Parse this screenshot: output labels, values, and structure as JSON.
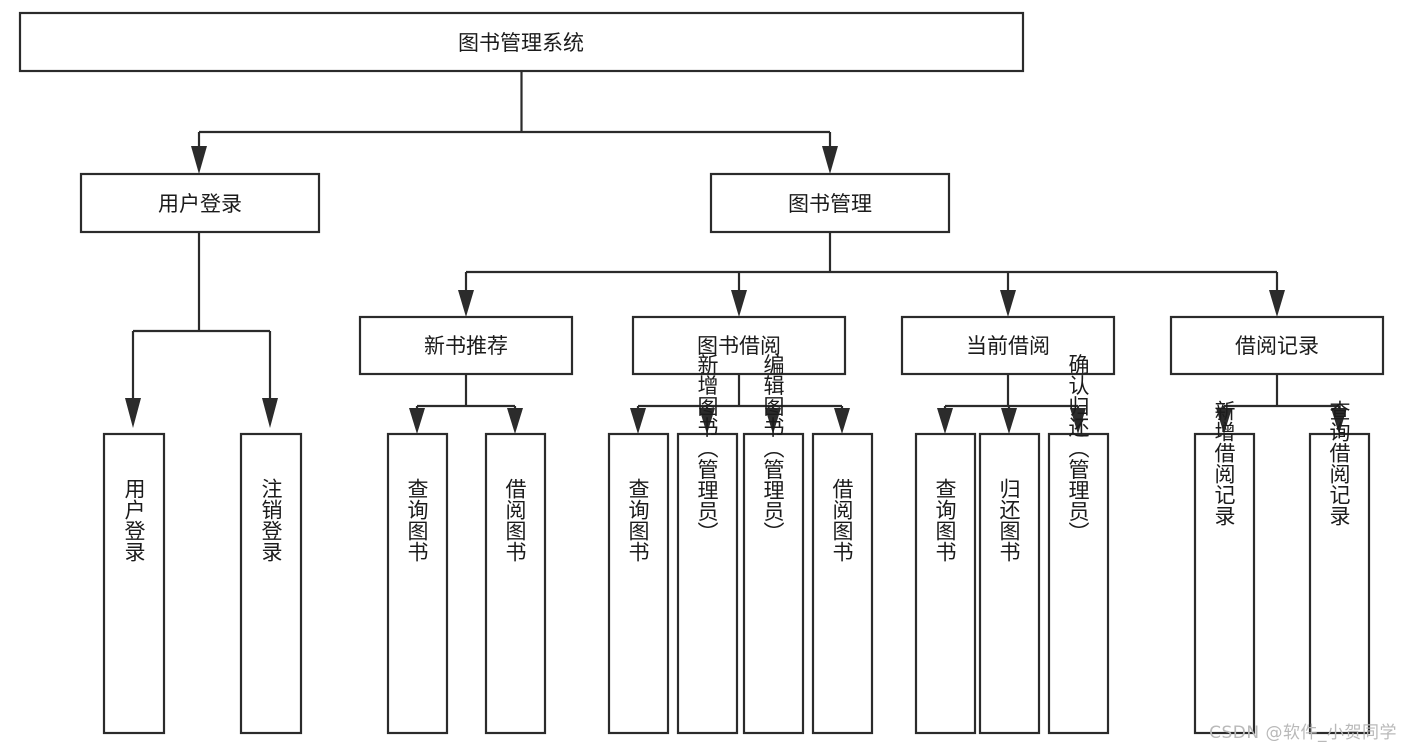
{
  "diagram": {
    "kind": "tree-hierarchy-chart",
    "root": {
      "id": "root",
      "label": "图书管理系统"
    },
    "level1": [
      {
        "id": "user-login",
        "label": "用户登录"
      },
      {
        "id": "book-management",
        "label": "图书管理"
      }
    ],
    "level2": [
      {
        "id": "new-book-recommend",
        "label": "新书推荐",
        "parent": "book-management"
      },
      {
        "id": "book-borrow",
        "label": "图书借阅",
        "parent": "book-management"
      },
      {
        "id": "current-borrow",
        "label": "当前借阅",
        "parent": "book-management"
      },
      {
        "id": "borrow-record",
        "label": "借阅记录",
        "parent": "book-management"
      }
    ],
    "leaves": {
      "user_login": [
        {
          "id": "leaf-user-login",
          "label": "用户登录"
        },
        {
          "id": "leaf-user-logout",
          "label": "注销登录"
        }
      ],
      "new_book_recommend": [
        {
          "id": "leaf-query-book-1",
          "label": "查询图书"
        },
        {
          "id": "leaf-borrow-book-1",
          "label": "借阅图书"
        }
      ],
      "book_borrow": [
        {
          "id": "leaf-query-book-2",
          "label": "查询图书"
        },
        {
          "id": "leaf-add-book",
          "label": "新增图书（管理员）"
        },
        {
          "id": "leaf-edit-book",
          "label": "编辑图书（管理员）"
        },
        {
          "id": "leaf-borrow-book-2",
          "label": "借阅图书"
        }
      ],
      "current_borrow": [
        {
          "id": "leaf-query-book-3",
          "label": "查询图书"
        },
        {
          "id": "leaf-return-book",
          "label": "归还图书"
        },
        {
          "id": "leaf-confirm-return",
          "label": "确认归还（管理员）"
        }
      ],
      "borrow_record": [
        {
          "id": "leaf-add-record",
          "label": "新增借阅记录"
        },
        {
          "id": "leaf-query-record",
          "label": "查询借阅记录"
        }
      ]
    }
  },
  "watermark": {
    "text": "CSDN @软件_小贺同学"
  },
  "colors": {
    "box_stroke": "#2b2b2b",
    "box_fill": "#ffffff",
    "connector": "#2b2b2b",
    "text": "#1b1b1b",
    "watermark": "#b9b9b9",
    "background": "#ffffff"
  }
}
